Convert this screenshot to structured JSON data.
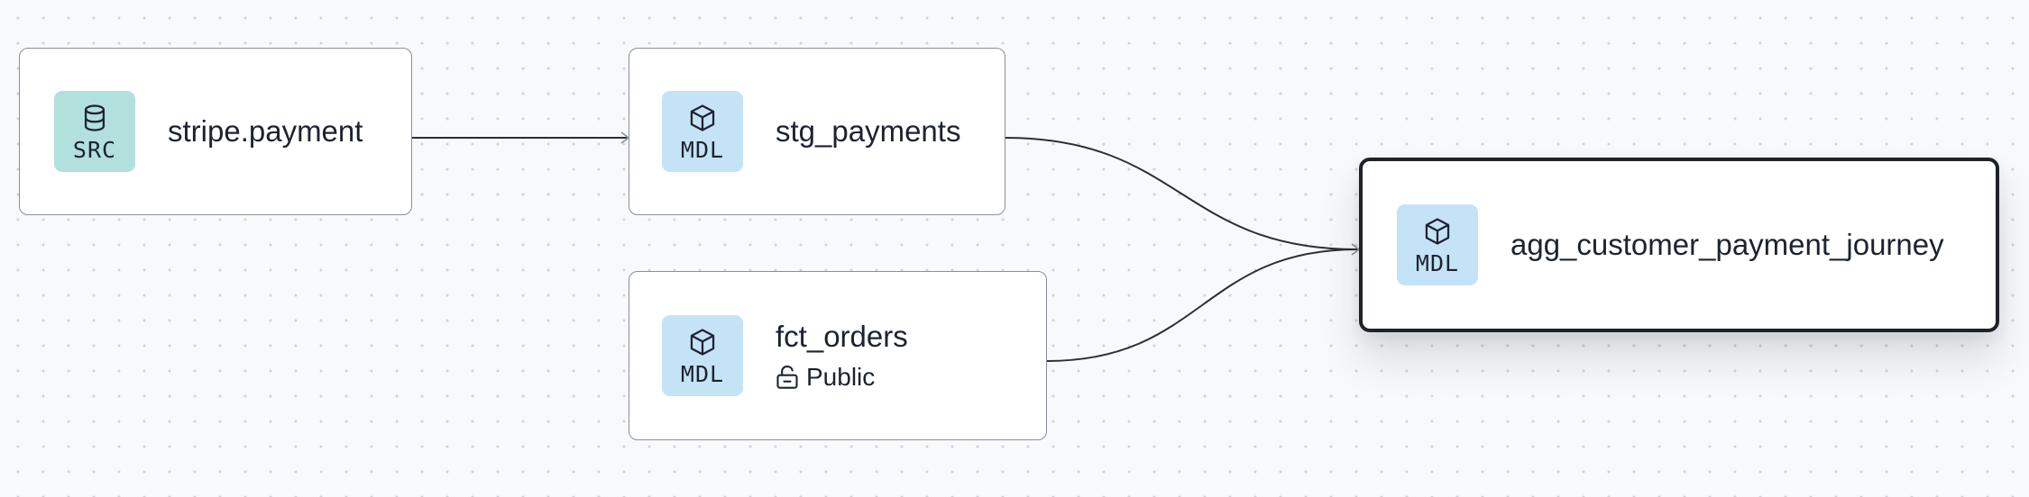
{
  "nodes": {
    "stripe_payment": {
      "name": "stripe.payment",
      "kind": "SRC",
      "icon": "database-icon"
    },
    "stg_payments": {
      "name": "stg_payments",
      "kind": "MDL",
      "icon": "cube-icon"
    },
    "fct_orders": {
      "name": "fct_orders",
      "kind": "MDL",
      "icon": "cube-icon",
      "access": "Public",
      "access_icon": "unlock-icon"
    },
    "agg_customer_payment_journey": {
      "name": "agg_customer_payment_journey",
      "kind": "MDL",
      "icon": "cube-icon",
      "selected": true
    }
  },
  "edges": [
    {
      "from": "stripe.payment",
      "to": "stg_payments"
    },
    {
      "from": "stg_payments",
      "to": "agg_customer_payment_journey"
    },
    {
      "from": "fct_orders",
      "to": "agg_customer_payment_journey"
    }
  ],
  "colors": {
    "source_badge": "#b2e0dd",
    "model_badge": "#c5e3f7",
    "edge": "#2a2f36",
    "selected_border": "#1f2328",
    "node_border": "#8a8f99",
    "canvas": "#f8f9fb"
  }
}
